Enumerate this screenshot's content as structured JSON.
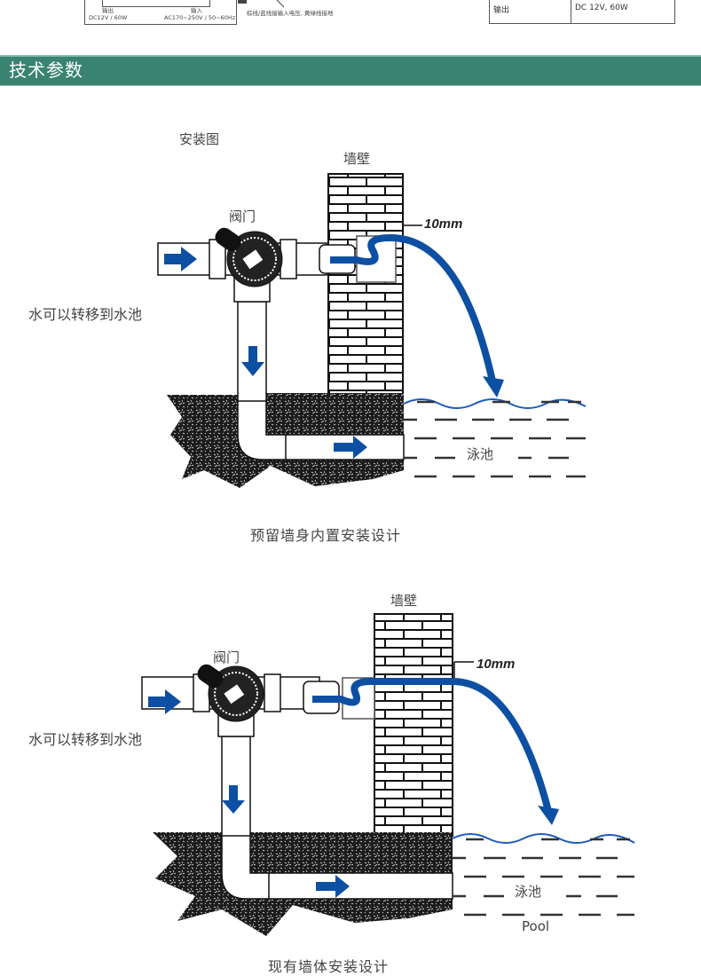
{
  "top_fragment": {
    "wiring": {
      "output_label": "输出",
      "output_value": "DC12V / 60W",
      "input_label": "输入",
      "input_value": "AC170~250V / 50~60Hz",
      "note": "棕线/蓝线接输入电压, 黄绿线接地"
    },
    "spec_table": {
      "rows": [
        {
          "name": "输出",
          "value": "DC 12V, 60W"
        }
      ]
    }
  },
  "section": {
    "title": "技术参数"
  },
  "diagram_1": {
    "heading": "安装图",
    "wall_label": "墙壁",
    "valve_label": "阀门",
    "gap_label": "10mm",
    "side_note": "水可以转移到水池",
    "pool_label": "泳池",
    "caption": "预留墙身内置安装设计"
  },
  "diagram_2": {
    "wall_label": "墙壁",
    "valve_label": "阀门",
    "gap_label": "10mm",
    "side_note": "水可以转移到水池",
    "pool_label": "泳池",
    "pool_label_en": "Pool",
    "caption": "现有墙体安装设计"
  },
  "colors": {
    "section_bar": "#3a8371",
    "water_blue": "#0d4fa3",
    "ground": "#1a1a1a"
  }
}
